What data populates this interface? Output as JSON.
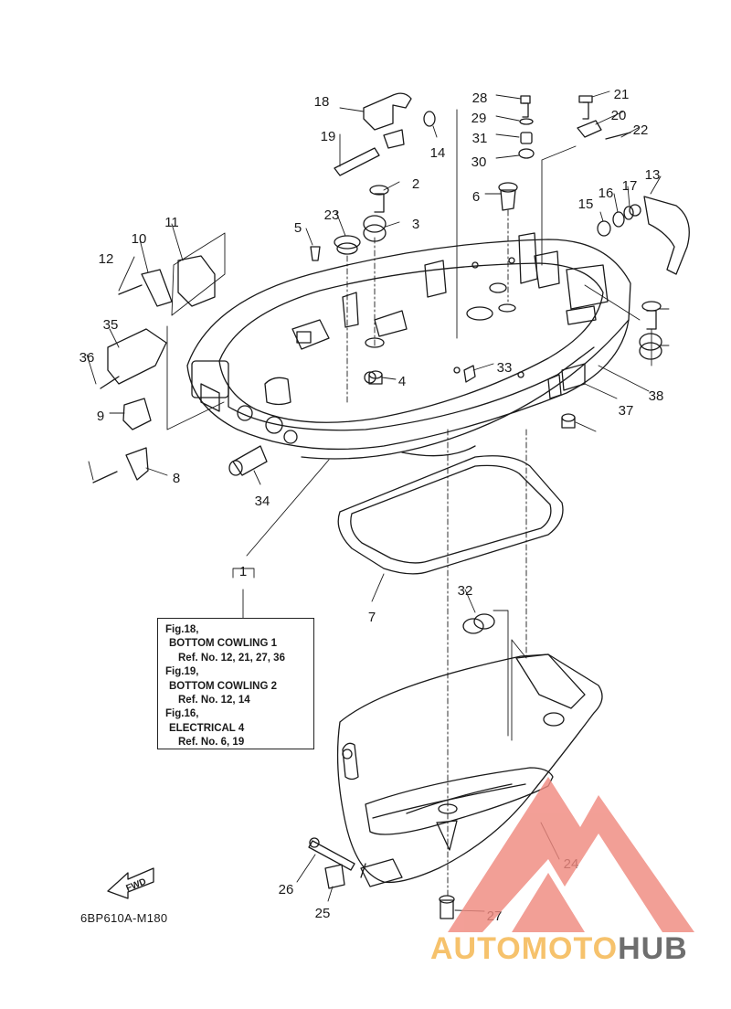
{
  "diagram": {
    "callouts": [
      "1",
      "2",
      "3",
      "4",
      "5",
      "6",
      "7",
      "8",
      "9",
      "10",
      "11",
      "12",
      "13",
      "14",
      "15",
      "16",
      "17",
      "18",
      "19",
      "20",
      "21",
      "22",
      "23",
      "24",
      "25",
      "26",
      "27",
      "28",
      "29",
      "30",
      "31",
      "32",
      "33",
      "34",
      "35",
      "36",
      "37",
      "38"
    ],
    "reference_box": {
      "lines": [
        "Fig.18,",
        "BOTTOM COWLING 1",
        "Ref. No. 12, 21, 27, 36",
        "Fig.19,",
        "BOTTOM COWLING 2",
        "Ref. No. 12, 14",
        "Fig.16,",
        "ELECTRICAL 4",
        "Ref. No. 6, 19"
      ]
    },
    "fwd_label": "FWD",
    "drawing_code": "6BP610A-M180"
  },
  "watermark": {
    "brand_part1": "AUTOMOTO",
    "brand_part2": "HUB",
    "colors": {
      "triangle": "#f08a80",
      "brand_light": "#f6c26c",
      "brand_dark": "#6e6e6e"
    }
  }
}
